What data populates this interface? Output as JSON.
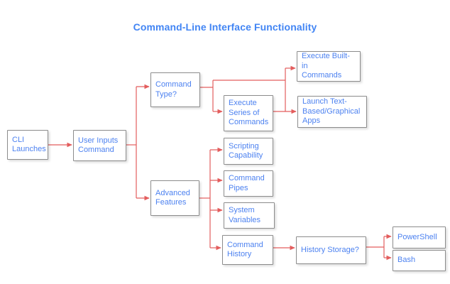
{
  "title": "Command-Line Interface Functionality",
  "diagram": {
    "type": "flowchart",
    "direction": "left-to-right"
  },
  "nodes": {
    "cli_launches": {
      "label": "CLI\nLaunches"
    },
    "user_inputs_command": {
      "label": "User Inputs\nCommand"
    },
    "command_type": {
      "label": "Command\nType?"
    },
    "execute_builtin_commands": {
      "label": "Execute Built-in\nCommands"
    },
    "execute_series_of_commands": {
      "label": "Execute\nSeries of\nCommands"
    },
    "launch_text_based_graphical_apps": {
      "label": "Launch Text-\nBased/Graphical\nApps"
    },
    "advanced_features": {
      "label": "Advanced\nFeatures"
    },
    "scripting_capability": {
      "label": "Scripting\nCapability"
    },
    "command_pipes": {
      "label": "Command\nPipes"
    },
    "system_variables": {
      "label": "System\nVariables"
    },
    "command_history": {
      "label": "Command\nHistory"
    },
    "history_storage": {
      "label": "History Storage?"
    },
    "powershell": {
      "label": "PowerShell"
    },
    "bash": {
      "label": "Bash"
    }
  },
  "edges": [
    {
      "from": "cli_launches",
      "to": "user_inputs_command"
    },
    {
      "from": "user_inputs_command",
      "to": "command_type"
    },
    {
      "from": "user_inputs_command",
      "to": "advanced_features"
    },
    {
      "from": "command_type",
      "to": "execute_builtin_commands"
    },
    {
      "from": "command_type",
      "to": "execute_series_of_commands"
    },
    {
      "from": "execute_series_of_commands",
      "to": "launch_text_based_graphical_apps"
    },
    {
      "from": "advanced_features",
      "to": "scripting_capability"
    },
    {
      "from": "advanced_features",
      "to": "command_pipes"
    },
    {
      "from": "advanced_features",
      "to": "system_variables"
    },
    {
      "from": "advanced_features",
      "to": "command_history"
    },
    {
      "from": "command_history",
      "to": "history_storage"
    },
    {
      "from": "history_storage",
      "to": "powershell"
    },
    {
      "from": "history_storage",
      "to": "bash"
    }
  ],
  "colors": {
    "title_text": "#4285f4",
    "node_text": "#4d82f0",
    "node_border": "#8c8c8c",
    "node_fill": "#ffffff",
    "connector": "#e35d5d",
    "background": "#ffffff"
  }
}
